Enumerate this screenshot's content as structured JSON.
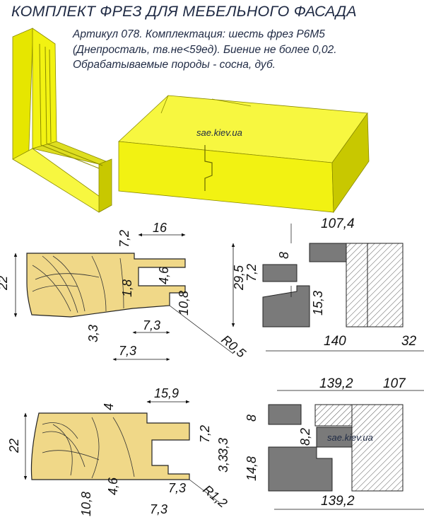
{
  "title": "КОМПЛЕКТ ФРЕЗ ДЛЯ МЕБЕЛЬНОГО ФАСАДА",
  "description": [
    "Артикул 078. Комплектация: шесть фрез Р6М5",
    "(Днепросталь, тв.не<59ед). Биение не более 0,02.",
    "Обрабатываемые породы - сосна, дуб."
  ],
  "watermark": "sae.kiev.ua",
  "colors": {
    "wood": "#f0d888",
    "yellow": "#f2f212",
    "yellow_side": "#c8c800",
    "cutter": "#7a7a7a",
    "hatch": "#555555"
  },
  "drawing_top": {
    "left_profile_dims": [
      "16",
      "7,2",
      "4,6",
      "1,8",
      "10,8",
      "22",
      "3,3",
      "7,3",
      "7,3",
      "R0,5"
    ],
    "right_cutter_dims": [
      "107,4",
      "8",
      "7,2",
      "29,5",
      "15,3",
      "140",
      "32"
    ]
  },
  "drawing_bottom": {
    "left_profile_dims": [
      "15,9",
      "4",
      "22",
      "7,2",
      "3,3",
      "3,3",
      "10,8",
      "4,6",
      "7,3",
      "R1,2",
      "7,3"
    ],
    "right_cutter_dims": [
      "139,2",
      "107",
      "8",
      "8,2",
      "14,8",
      "139,2"
    ]
  }
}
